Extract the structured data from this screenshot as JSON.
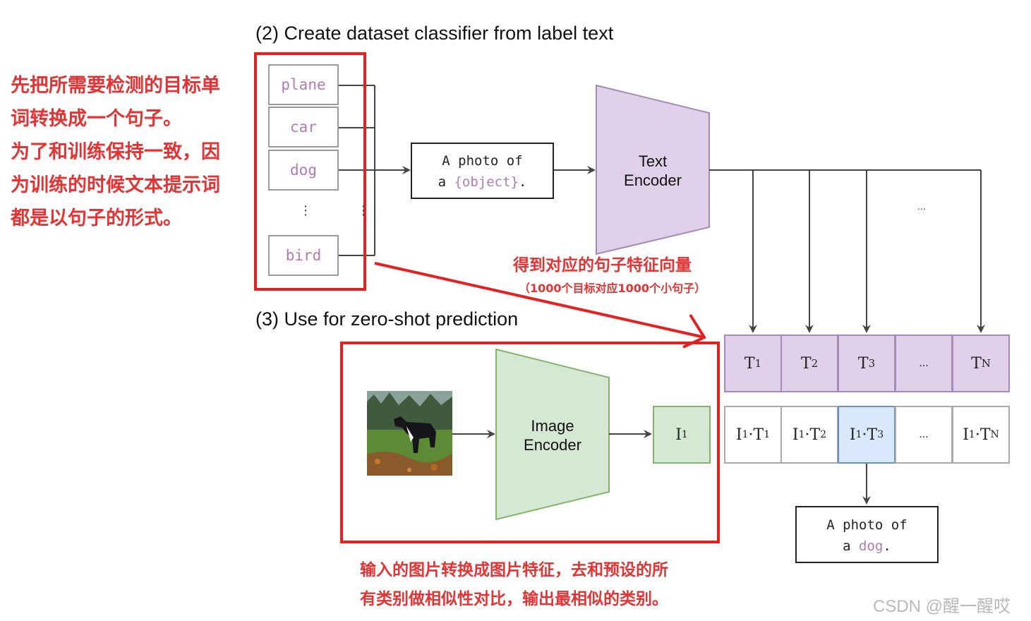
{
  "section2_title": "(2) Create dataset classifier from label text",
  "section3_title": "(3) Use for zero-shot prediction",
  "labels": [
    "plane",
    "car",
    "dog",
    "bird"
  ],
  "vertical_dots": "⋮",
  "prompt": {
    "line1": "A photo of",
    "line2_prefix": "a ",
    "line2_object": "{object}",
    "line2_suffix": "."
  },
  "text_encoder": {
    "line1": "Text",
    "line2": "Encoder"
  },
  "image_encoder": {
    "line1": "Image",
    "line2": "Encoder"
  },
  "image_embedding": {
    "base": "I",
    "sub": "1"
  },
  "ellipsis": "...",
  "text_embeddings": [
    {
      "base": "T",
      "sub": "1"
    },
    {
      "base": "T",
      "sub": "2"
    },
    {
      "base": "T",
      "sub": "3"
    },
    {
      "base": "...",
      "sub": ""
    },
    {
      "base": "T",
      "sub": "N"
    }
  ],
  "similarities": [
    {
      "a": "I",
      "a_sub": "1",
      "b": "T",
      "b_sub": "1"
    },
    {
      "a": "I",
      "a_sub": "1",
      "b": "T",
      "b_sub": "2"
    },
    {
      "a": "I",
      "a_sub": "1",
      "b": "T",
      "b_sub": "3"
    },
    {
      "a": "...",
      "a_sub": "",
      "b": "",
      "b_sub": ""
    },
    {
      "a": "I",
      "a_sub": "1",
      "b": "T",
      "b_sub": "N"
    }
  ],
  "result": {
    "line1": "A photo of",
    "line2_prefix": "a ",
    "line2_object": "dog",
    "line2_suffix": "."
  },
  "annotations": {
    "left": [
      "先把所需要检测的目标单",
      "词转换成一个句子。",
      "为了和训练保持一致，因",
      "为训练的时候文本提示词",
      "都是以句子的形式。"
    ],
    "middle": "得到对应的句子特征向量",
    "middle_small": "（1000个目标对应1000个小句子）",
    "bottom": [
      "输入的图片转换成图片特征，去和预设的所",
      "有类别做相似性对比，输出最相似的类别。"
    ]
  },
  "watermark": "CSDN @醒一醒哎",
  "colors": {
    "text_encoder_fill": "#e0d0e9",
    "text_encoder_stroke": "#a58ab8",
    "image_encoder_fill": "#d5e8d4",
    "image_encoder_stroke": "#82b366",
    "highlight_cell": "#dae8fc",
    "highlight_stroke": "#6c8ebf",
    "annotation_red": "#e63232",
    "label_text": "#b27ab2"
  }
}
